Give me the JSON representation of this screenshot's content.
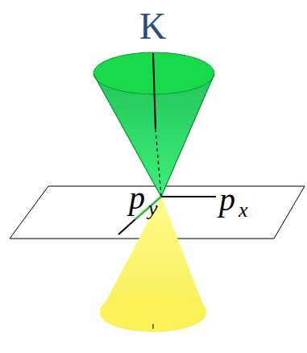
{
  "diagram": {
    "title": "K",
    "labels": [
      "p",
      "x",
      "p",
      "y"
    ]
  }
}
